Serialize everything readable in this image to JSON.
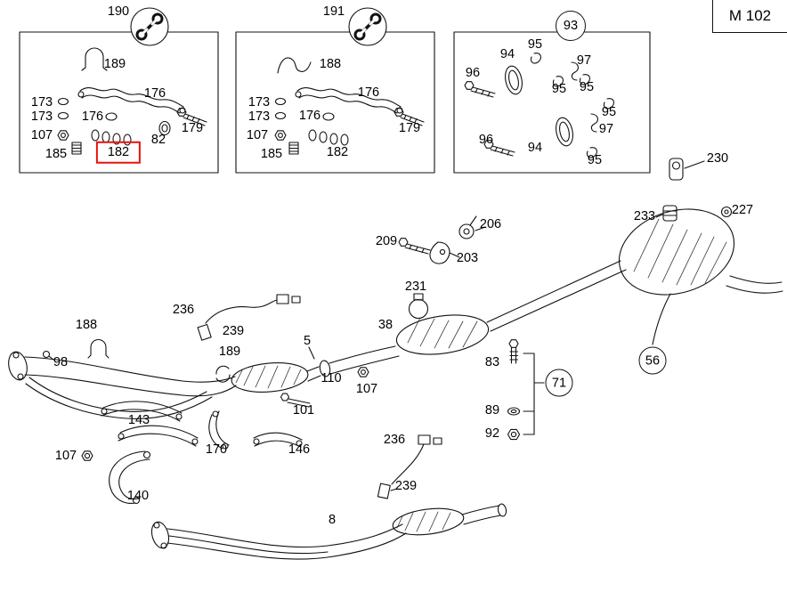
{
  "app": {
    "background": "#ffffff",
    "line_color": "#111111",
    "highlight_color": "#e8120c"
  },
  "model_badge": {
    "label": "M 102"
  },
  "insets": [
    {
      "title": "190",
      "icon": "wrench-icon",
      "labels": [
        "189",
        "176",
        "173",
        "173",
        "176",
        "107",
        "185",
        "182",
        "82",
        "179"
      ],
      "selected": "182"
    },
    {
      "title": "191",
      "icon": "wrench-icon",
      "labels": [
        "188",
        "176",
        "173",
        "173",
        "176",
        "107",
        "185",
        "182",
        "179"
      ]
    },
    {
      "title": "93",
      "labels": [
        "94",
        "95",
        "97",
        "96",
        "95",
        "95",
        "95",
        "97",
        "96",
        "94",
        "95"
      ]
    }
  ],
  "main": {
    "labels": [
      "230",
      "227",
      "233",
      "206",
      "209",
      "203",
      "231",
      "236",
      "239",
      "188",
      "98",
      "189",
      "5",
      "38",
      "110",
      "107",
      "101",
      "83",
      "89",
      "92",
      "143",
      "170",
      "146",
      "107",
      "140",
      "236",
      "239",
      "8"
    ],
    "circled": [
      "71",
      "56"
    ]
  }
}
